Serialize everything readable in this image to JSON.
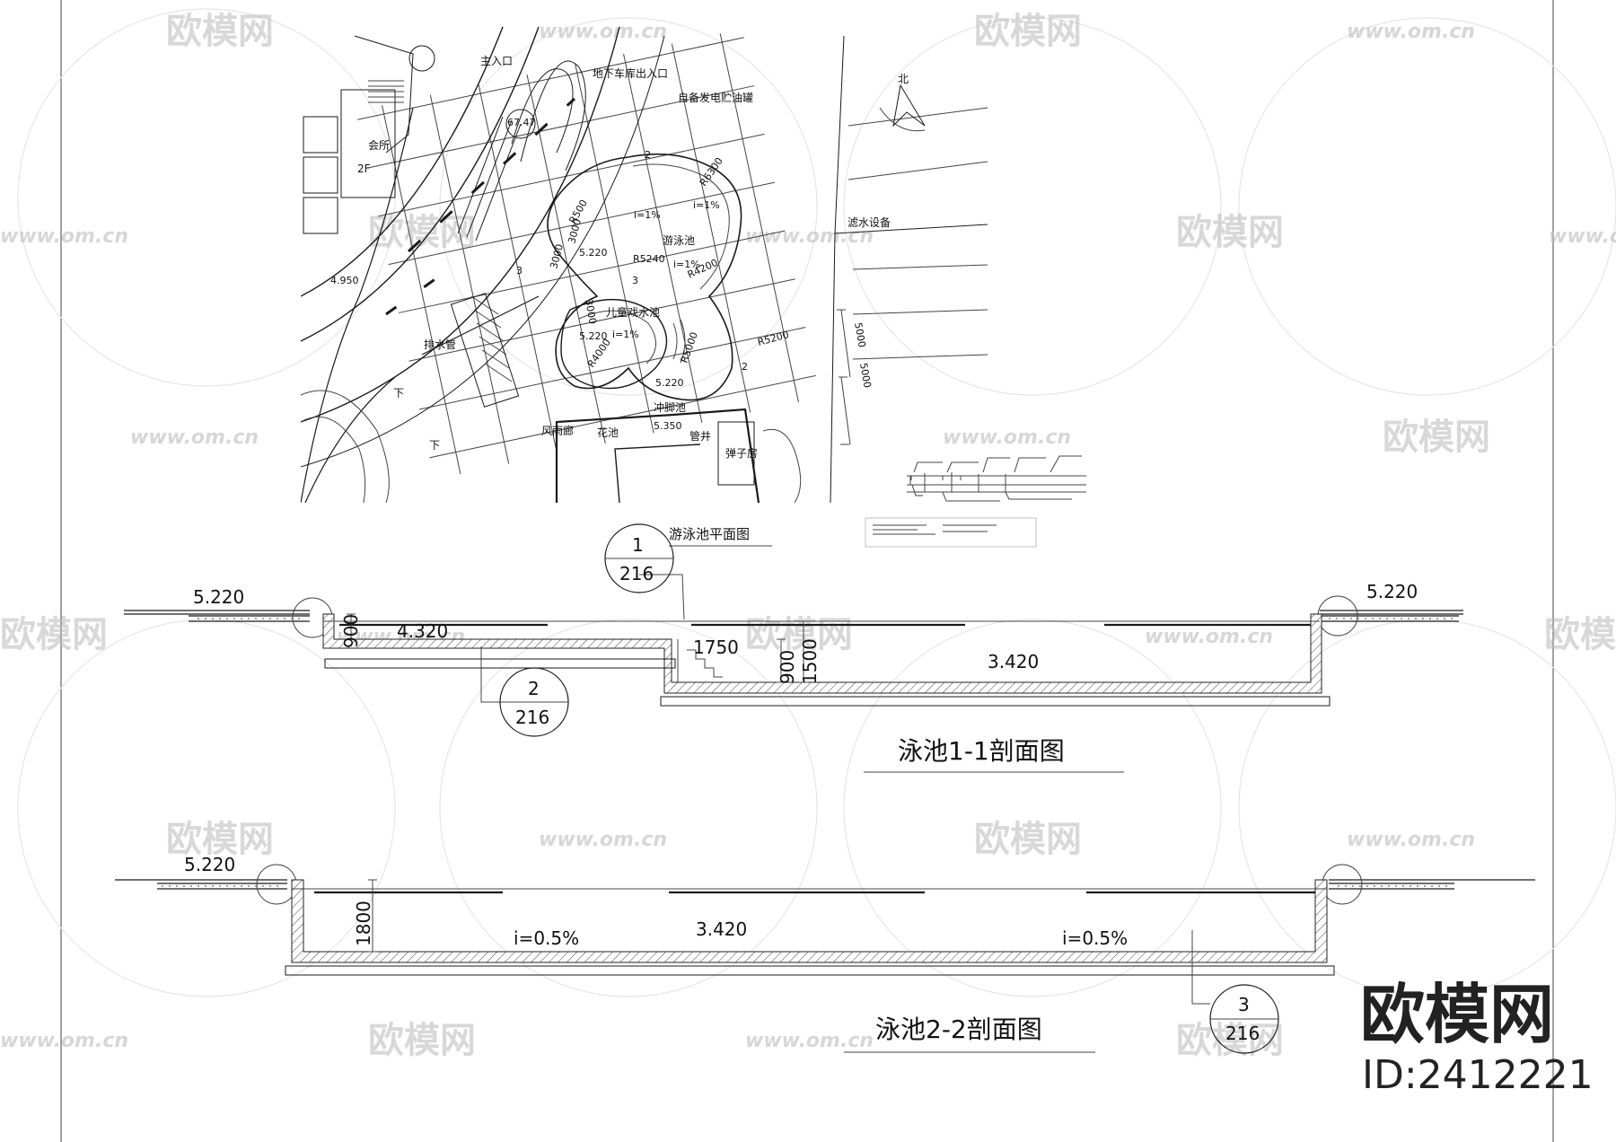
{
  "plan": {
    "caption": "游泳池平面图",
    "labels": {
      "main_entrance": "主入口",
      "garage_exit": "地下车库出入口",
      "generator_tank": "自备发电贮油罐",
      "clubhouse": "会所",
      "floor_2f": "2F",
      "swimming_pool": "游泳池",
      "kids_pool": "儿童戏水池",
      "foot_bath": "冲脚池",
      "flower_bed": "花池",
      "pump_room": "弹子房",
      "pipe_well": "管井",
      "canopy": "风雨廊",
      "drain_pipe": "排水管",
      "filter_equipment": "滤水设备",
      "north": "北",
      "down_1": "下",
      "down_2": "下"
    },
    "levels": [
      "67.47",
      "5.220",
      "5.220",
      "5.220",
      "5.350",
      "4.950"
    ],
    "slopes": [
      "i=1%",
      "i=1%",
      "i=1%",
      "i=1%"
    ],
    "radii": [
      "R500",
      "R6300",
      "R5240",
      "R4200",
      "R4000",
      "R5000",
      "R5200"
    ],
    "dims": [
      "3000",
      "3000",
      "3000",
      "5000",
      "5000"
    ],
    "grid_marks": [
      "2",
      "3",
      "3",
      "2"
    ]
  },
  "section_1_1": {
    "title": "泳池1-1剖面图",
    "levels": {
      "left_deck": "5.220",
      "right_deck": "5.220",
      "shallow_floor": "4.320",
      "deep_floor": "3.420"
    },
    "dims": {
      "shallow_depth": "900",
      "step_length": "1750",
      "step_drop": "900",
      "deep_depth": "1500"
    },
    "callouts": [
      {
        "number": "1",
        "sheet": "216"
      },
      {
        "number": "2",
        "sheet": "216"
      }
    ]
  },
  "section_2_2": {
    "title": "泳池2-2剖面图",
    "levels": {
      "deck": "5.220",
      "floor": "3.420"
    },
    "dims": {
      "depth": "1800"
    },
    "slopes": [
      "i=0.5%",
      "i=0.5%"
    ],
    "callouts": [
      {
        "number": "3",
        "sheet": "216"
      }
    ]
  },
  "watermark": {
    "brand": "欧模网",
    "url": "www.om.cn",
    "id_text": "ID:2412221"
  },
  "colors": {
    "line": "#1a1a1a",
    "watermark": "#b9b9b9",
    "background": "#ffffff"
  }
}
